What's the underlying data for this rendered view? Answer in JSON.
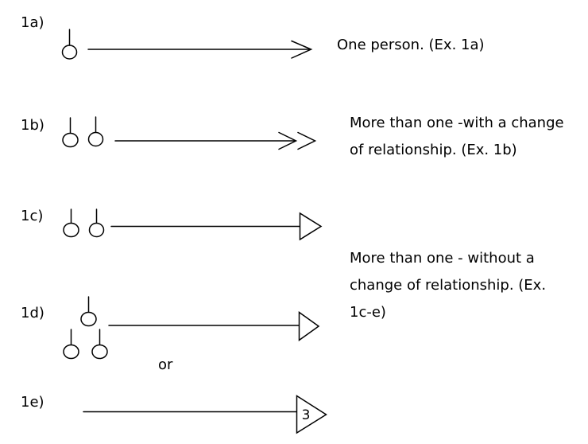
{
  "canvas": {
    "background": "#ffffff",
    "ink": "#000000"
  },
  "rows": [
    {
      "label": "1a)",
      "symbol_icon": "one-person-single-chevron-arrow-icon"
    },
    {
      "label": "1b)",
      "symbol_icon": "two-persons-double-chevron-arrow-icon"
    },
    {
      "label": "1c)",
      "symbol_icon": "two-persons-open-triangle-arrow-icon"
    },
    {
      "label": "1d)",
      "symbol_icon": "three-persons-open-triangle-arrow-icon"
    },
    {
      "label": "1e)",
      "symbol_icon": "numbered-open-triangle-arrow-icon"
    }
  ],
  "captions": {
    "a": {
      "lines": [
        "One person. (Ex. 1a)"
      ]
    },
    "b": {
      "lines": [
        "More than one -with a change",
        "of relationship. (Ex. 1b)"
      ]
    },
    "cde": {
      "lines": [
        "More than one - without a",
        "change of relationship. (Ex.",
        "1c-e)"
      ]
    }
  },
  "connector": {
    "or_label": "or"
  },
  "arrowhead": {
    "count_label": "3"
  }
}
